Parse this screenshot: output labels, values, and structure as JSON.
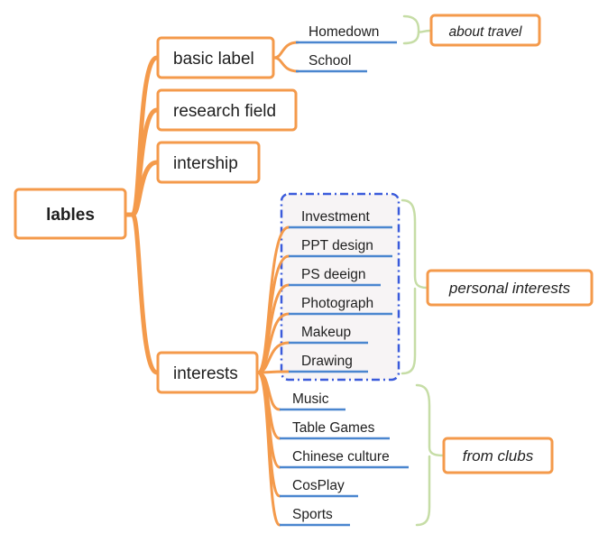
{
  "root": {
    "label": "lables"
  },
  "branches": [
    {
      "label": "basic label"
    },
    {
      "label": "research field"
    },
    {
      "label": "intership"
    },
    {
      "label": "interests"
    }
  ],
  "basic_label_children": [
    "Homedown",
    "School"
  ],
  "interests_group_children": [
    "Investment",
    "PPT design",
    "PS deeign",
    "Photograph",
    "Makeup",
    "Drawing"
  ],
  "interests_club_children": [
    "Music",
    "Table Games",
    "Chinese culture",
    "CosPlay",
    "Sports"
  ],
  "notes": {
    "about_travel": "about travel",
    "personal_interests": "personal interests",
    "from_clubs": "from clubs"
  },
  "colors": {
    "branch_line": "#F49A4B",
    "node_border": "#F49A4B",
    "leaf_underline": "#4A86CF",
    "bracket": "#C6DDA6",
    "group_border": "#3B5BDB",
    "group_fill": "#F7F4F5"
  }
}
